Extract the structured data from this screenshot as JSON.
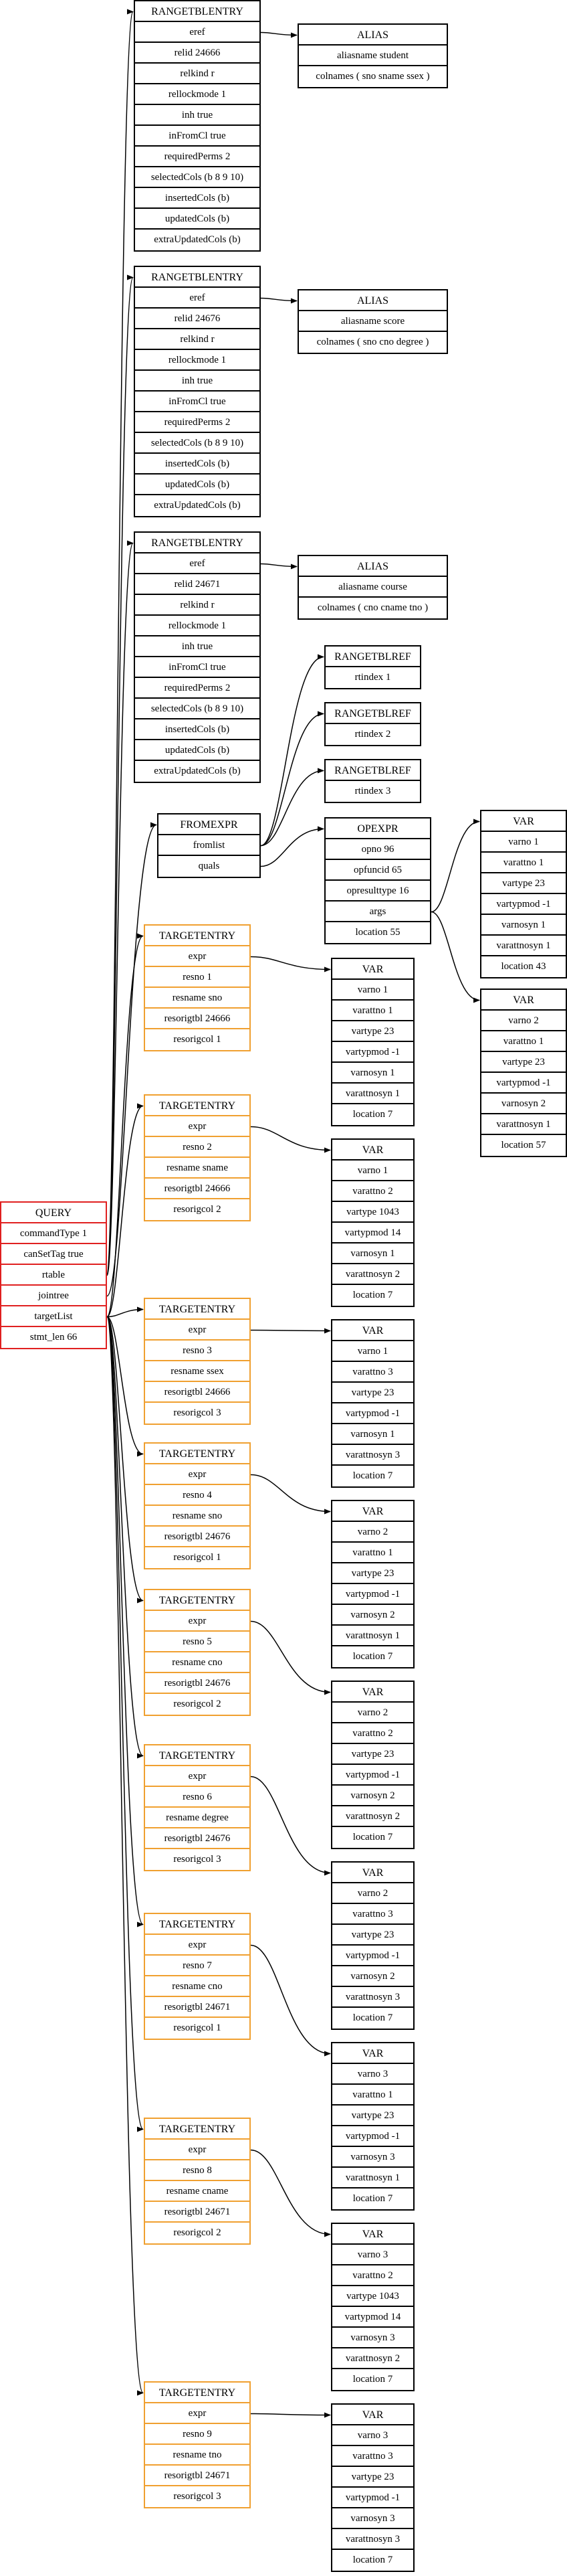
{
  "colors": {
    "query": "#e02020",
    "targetentry": "#f0a030",
    "default": "#000000"
  },
  "nodes": {
    "query": {
      "type": "QUERY",
      "rows": [
        "commandType 1",
        "canSetTag true",
        "rtable",
        "jointree",
        "targetList",
        "stmt_len 66"
      ]
    },
    "rte1": {
      "type": "RANGETBLENTRY",
      "rows": [
        "eref",
        "relid 24666",
        "relkind r",
        "rellockmode 1",
        "inh true",
        "inFromCl true",
        "requiredPerms 2",
        "selectedCols (b 8 9 10)",
        "insertedCols (b)",
        "updatedCols (b)",
        "extraUpdatedCols (b)"
      ]
    },
    "alias1": {
      "type": "ALIAS",
      "rows": [
        "aliasname student",
        "colnames ( sno sname ssex )"
      ]
    },
    "rte2": {
      "type": "RANGETBLENTRY",
      "rows": [
        "eref",
        "relid 24676",
        "relkind r",
        "rellockmode 1",
        "inh true",
        "inFromCl true",
        "requiredPerms 2",
        "selectedCols (b 8 9 10)",
        "insertedCols (b)",
        "updatedCols (b)",
        "extraUpdatedCols (b)"
      ]
    },
    "alias2": {
      "type": "ALIAS",
      "rows": [
        "aliasname score",
        "colnames ( sno cno degree )"
      ]
    },
    "rte3": {
      "type": "RANGETBLENTRY",
      "rows": [
        "eref",
        "relid 24671",
        "relkind r",
        "rellockmode 1",
        "inh true",
        "inFromCl true",
        "requiredPerms 2",
        "selectedCols (b 8 9 10)",
        "insertedCols (b)",
        "updatedCols (b)",
        "extraUpdatedCols (b)"
      ]
    },
    "alias3": {
      "type": "ALIAS",
      "rows": [
        "aliasname course",
        "colnames ( cno cname tno )"
      ]
    },
    "rtref1": {
      "type": "RANGETBLREF",
      "rows": [
        "rtindex 1"
      ]
    },
    "rtref2": {
      "type": "RANGETBLREF",
      "rows": [
        "rtindex 2"
      ]
    },
    "rtref3": {
      "type": "RANGETBLREF",
      "rows": [
        "rtindex 3"
      ]
    },
    "fromexpr": {
      "type": "FROMEXPR",
      "rows": [
        "fromlist",
        "quals"
      ]
    },
    "opexpr": {
      "type": "OPEXPR",
      "rows": [
        "opno 96",
        "opfuncid 65",
        "opresulttype 16",
        "args",
        "location 55"
      ]
    },
    "varA": {
      "type": "VAR",
      "rows": [
        "varno 1",
        "varattno 1",
        "vartype 23",
        "vartypmod -1",
        "varnosyn 1",
        "varattnosyn 1",
        "location 43"
      ]
    },
    "varB": {
      "type": "VAR",
      "rows": [
        "varno 2",
        "varattno 1",
        "vartype 23",
        "vartypmod -1",
        "varnosyn 2",
        "varattnosyn 1",
        "location 57"
      ]
    },
    "te1": {
      "type": "TARGETENTRY",
      "rows": [
        "expr",
        "resno 1",
        "resname sno",
        "resorigtbl 24666",
        "resorigcol 1"
      ]
    },
    "v1": {
      "type": "VAR",
      "rows": [
        "varno 1",
        "varattno 1",
        "vartype 23",
        "vartypmod -1",
        "varnosyn 1",
        "varattnosyn 1",
        "location 7"
      ]
    },
    "te2": {
      "type": "TARGETENTRY",
      "rows": [
        "expr",
        "resno 2",
        "resname sname",
        "resorigtbl 24666",
        "resorigcol 2"
      ]
    },
    "v2": {
      "type": "VAR",
      "rows": [
        "varno 1",
        "varattno 2",
        "vartype 1043",
        "vartypmod 14",
        "varnosyn 1",
        "varattnosyn 2",
        "location 7"
      ]
    },
    "te3": {
      "type": "TARGETENTRY",
      "rows": [
        "expr",
        "resno 3",
        "resname ssex",
        "resorigtbl 24666",
        "resorigcol 3"
      ]
    },
    "v3": {
      "type": "VAR",
      "rows": [
        "varno 1",
        "varattno 3",
        "vartype 23",
        "vartypmod -1",
        "varnosyn 1",
        "varattnosyn 3",
        "location 7"
      ]
    },
    "te4": {
      "type": "TARGETENTRY",
      "rows": [
        "expr",
        "resno 4",
        "resname sno",
        "resorigtbl 24676",
        "resorigcol 1"
      ]
    },
    "v4": {
      "type": "VAR",
      "rows": [
        "varno 2",
        "varattno 1",
        "vartype 23",
        "vartypmod -1",
        "varnosyn 2",
        "varattnosyn 1",
        "location 7"
      ]
    },
    "te5": {
      "type": "TARGETENTRY",
      "rows": [
        "expr",
        "resno 5",
        "resname cno",
        "resorigtbl 24676",
        "resorigcol 2"
      ]
    },
    "v5": {
      "type": "VAR",
      "rows": [
        "varno 2",
        "varattno 2",
        "vartype 23",
        "vartypmod -1",
        "varnosyn 2",
        "varattnosyn 2",
        "location 7"
      ]
    },
    "te6": {
      "type": "TARGETENTRY",
      "rows": [
        "expr",
        "resno 6",
        "resname degree",
        "resorigtbl 24676",
        "resorigcol 3"
      ]
    },
    "v6": {
      "type": "VAR",
      "rows": [
        "varno 2",
        "varattno 3",
        "vartype 23",
        "vartypmod -1",
        "varnosyn 2",
        "varattnosyn 3",
        "location 7"
      ]
    },
    "te7": {
      "type": "TARGETENTRY",
      "rows": [
        "expr",
        "resno 7",
        "resname cno",
        "resorigtbl 24671",
        "resorigcol 1"
      ]
    },
    "v7": {
      "type": "VAR",
      "rows": [
        "varno 3",
        "varattno 1",
        "vartype 23",
        "vartypmod -1",
        "varnosyn 3",
        "varattnosyn 1",
        "location 7"
      ]
    },
    "te8": {
      "type": "TARGETENTRY",
      "rows": [
        "expr",
        "resno 8",
        "resname cname",
        "resorigtbl 24671",
        "resorigcol 2"
      ]
    },
    "v8": {
      "type": "VAR",
      "rows": [
        "varno 3",
        "varattno 2",
        "vartype 1043",
        "vartypmod 14",
        "varnosyn 3",
        "varattnosyn 2",
        "location 7"
      ]
    },
    "te9": {
      "type": "TARGETENTRY",
      "rows": [
        "expr",
        "resno 9",
        "resname tno",
        "resorigtbl 24671",
        "resorigcol 3"
      ]
    },
    "v9": {
      "type": "VAR",
      "rows": [
        "varno 3",
        "varattno 3",
        "vartype 23",
        "vartypmod -1",
        "varnosyn 3",
        "varattnosyn 3",
        "location 7"
      ]
    }
  }
}
